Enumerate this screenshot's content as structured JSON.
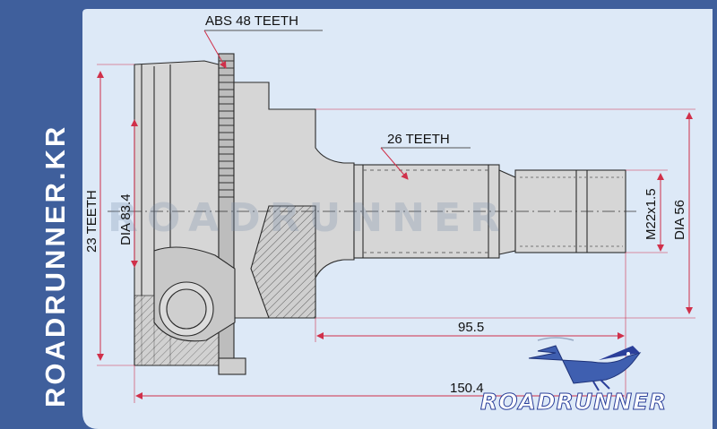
{
  "brand": {
    "vertical_text": "ROADRUNNER.KR",
    "logo_text": "ROADRUNNER",
    "watermark_text": "ROADRUNNER"
  },
  "labels": {
    "abs_teeth": "ABS 48 TEETH",
    "spline_teeth": "26 TEETH",
    "outer_teeth": "23 TEETH",
    "dia_outer": "DIA 83.4",
    "thread": "M22x1.5",
    "dia_flange": "DIA 56",
    "length_shaft": "95.5",
    "length_total": "150.4"
  },
  "colors": {
    "background": "#3f5f9c",
    "panel": "#dde9f7",
    "part_fill": "#d6d6d6",
    "line": "#2a2a2a",
    "dimension": "#d0304a"
  }
}
